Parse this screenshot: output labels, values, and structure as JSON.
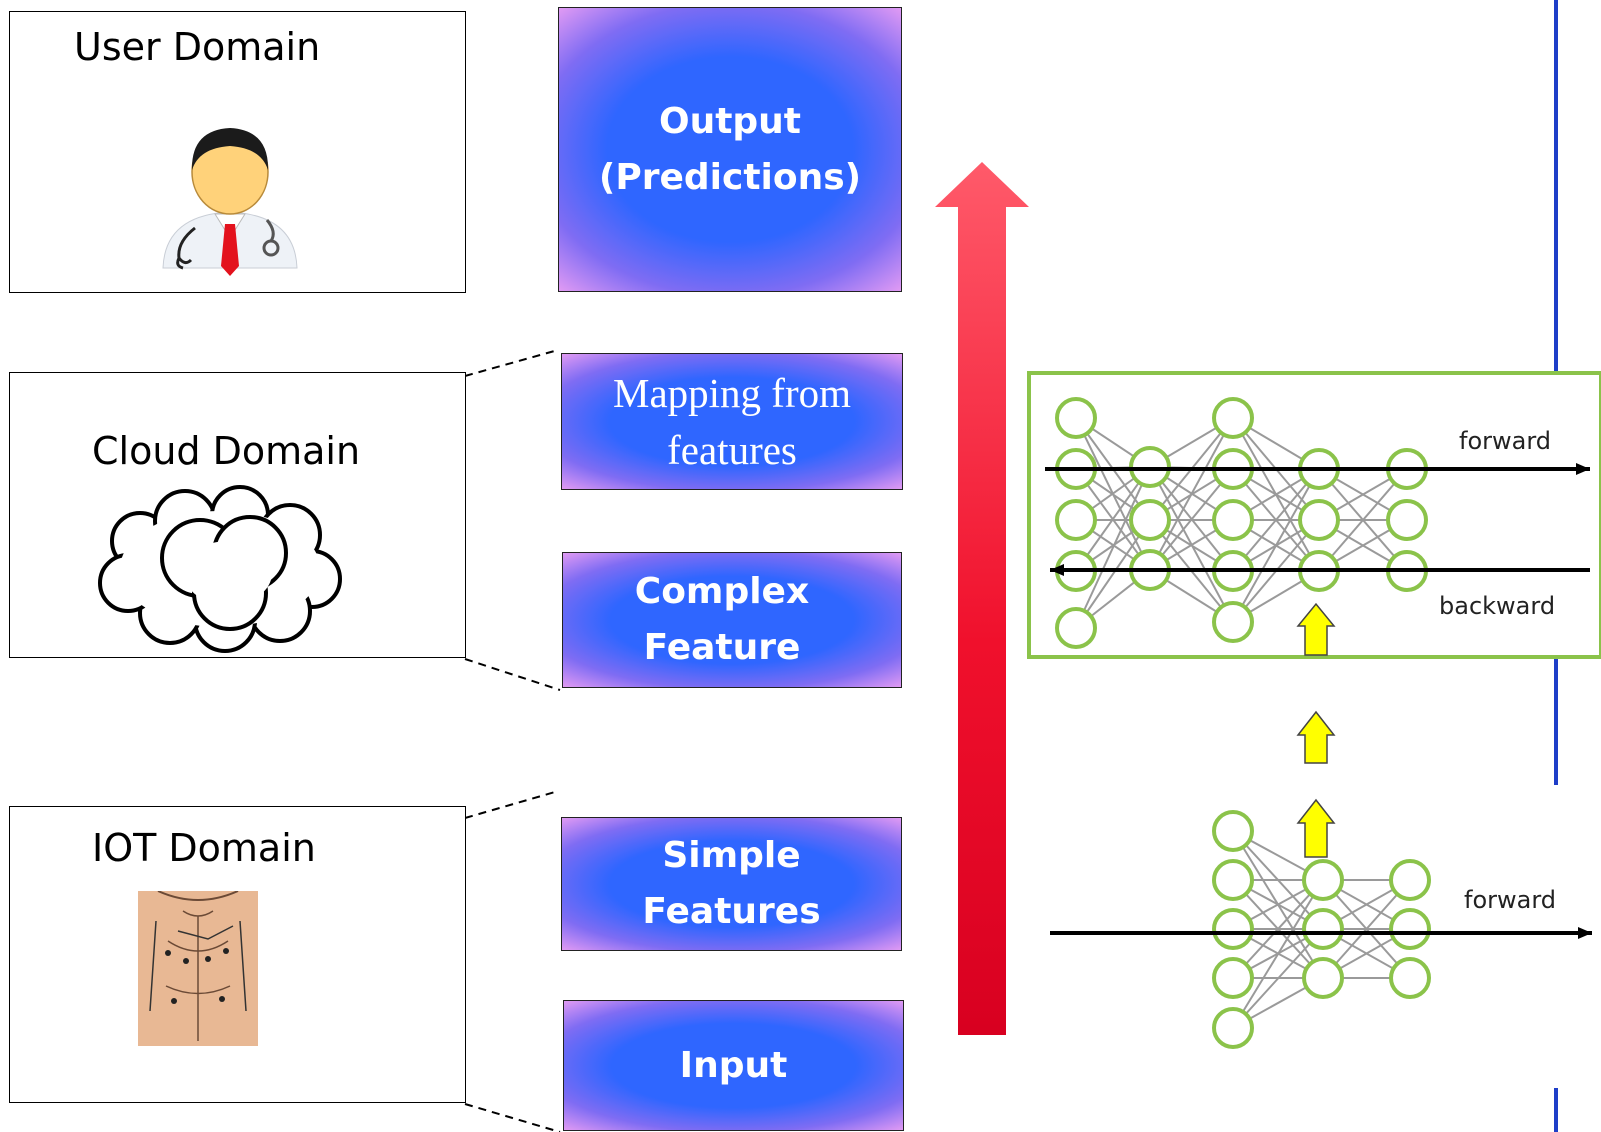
{
  "domains": {
    "user": {
      "title": "User Domain",
      "icon": "doctor-icon"
    },
    "cloud": {
      "title": "Cloud Domain",
      "icon": "cloud-icon"
    },
    "iot": {
      "title": "IOT Domain",
      "icon": "body-sensors-icon"
    }
  },
  "stages": {
    "output": "Output\n(Predictions)",
    "mapping": "Mapping from\nfeatures",
    "complex": "Complex\nFeature",
    "simple": "Simple\nFeatures",
    "input": "Input"
  },
  "network_labels": {
    "cloud_forward": "forward",
    "cloud_backward": "backward",
    "iot_forward": "forward"
  },
  "colors": {
    "stage_center": "#2f66ff",
    "stage_edge": "#e49cf3",
    "flow_arrow": "#ee1a33",
    "node_stroke": "#8bc34a",
    "cloud_frame": "#8bc34a",
    "small_arrow": "#ffff00",
    "side_line": "#1e3ec8"
  }
}
